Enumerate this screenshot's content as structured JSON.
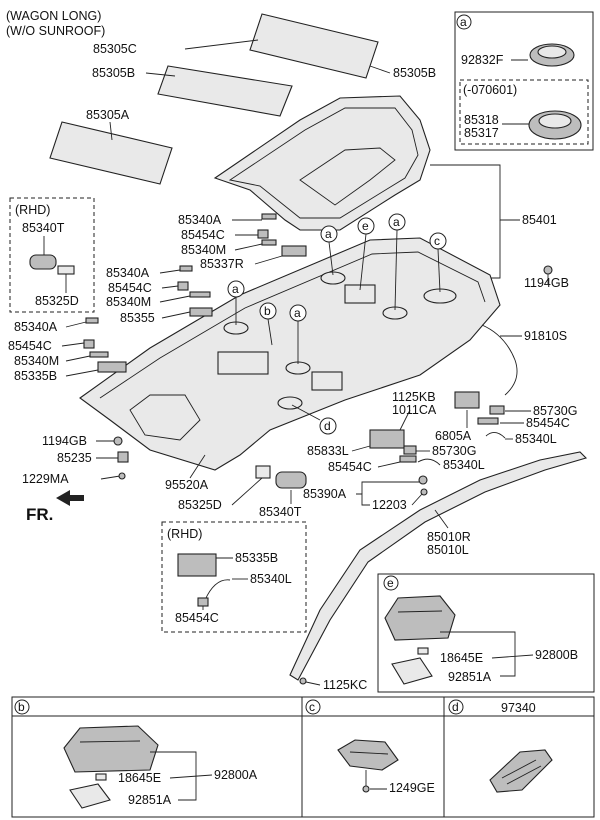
{
  "header": {
    "line1": "(WAGON LONG)",
    "line2": "(W/O SUNROOF)"
  },
  "labels": {
    "p85305C": "85305C",
    "p85305B_a": "85305B",
    "p85305B_b": "85305B",
    "p85305A": "85305A",
    "p85401": "85401",
    "rhd_title": "(RHD)",
    "p85340T_rhd": "85340T",
    "p85325D_rhd": "85325D",
    "p85340A_1": "85340A",
    "p85454C_1": "85454C",
    "p85340M_1": "85340M",
    "p85337R": "85337R",
    "p85340A_2": "85340A",
    "p85454C_2": "85454C",
    "p85340M_2": "85340M",
    "p85355": "85355",
    "p85340A_3": "85340A",
    "p85454C_3": "85454C",
    "p85340M_3": "85340M",
    "p85335B": "85335B",
    "p1194GB_l": "1194GB",
    "p85235": "85235",
    "p1229MA": "1229MA",
    "p1194GB_r": "1194GB",
    "p91810S": "91810S",
    "p1125KB": "1125KB",
    "p1011CA": "1011CA",
    "p6805A": "6805A",
    "p85730G_r": "85730G",
    "p85454C_r": "85454C",
    "p85340L_r": "85340L",
    "p85833L": "85833L",
    "p85730G_m": "85730G",
    "p85454C_m": "85454C",
    "p85340L_m": "85340L",
    "p95520A": "95520A",
    "p85325D": "85325D",
    "p85340T": "85340T",
    "p85390A": "85390A",
    "p12203": "12203",
    "p85010R": "85010R",
    "p85010L": "85010L",
    "rhd2_title": "(RHD)",
    "p85335B_rhd": "85335B",
    "p85340L_rhd": "85340L",
    "p85454C_rhd": "85454C",
    "p1125KC": "1125KC"
  },
  "fr": "FR.",
  "callouts": {
    "a": "a",
    "b": "b",
    "c": "c",
    "d": "d",
    "e": "e"
  },
  "box_a": {
    "title": "a",
    "p92832F": "92832F",
    "note": "(-070601)",
    "p85318": "85318",
    "p85317": "85317"
  },
  "box_e": {
    "title": "e",
    "p18645E": "18645E",
    "p92800B": "92800B",
    "p92851A": "92851A"
  },
  "box_b": {
    "title": "b",
    "p18645E": "18645E",
    "p92800A": "92800A",
    "p92851A": "92851A"
  },
  "box_c": {
    "title": "c",
    "p1249GE": "1249GE"
  },
  "box_d": {
    "title": "d",
    "p97340": "97340"
  }
}
